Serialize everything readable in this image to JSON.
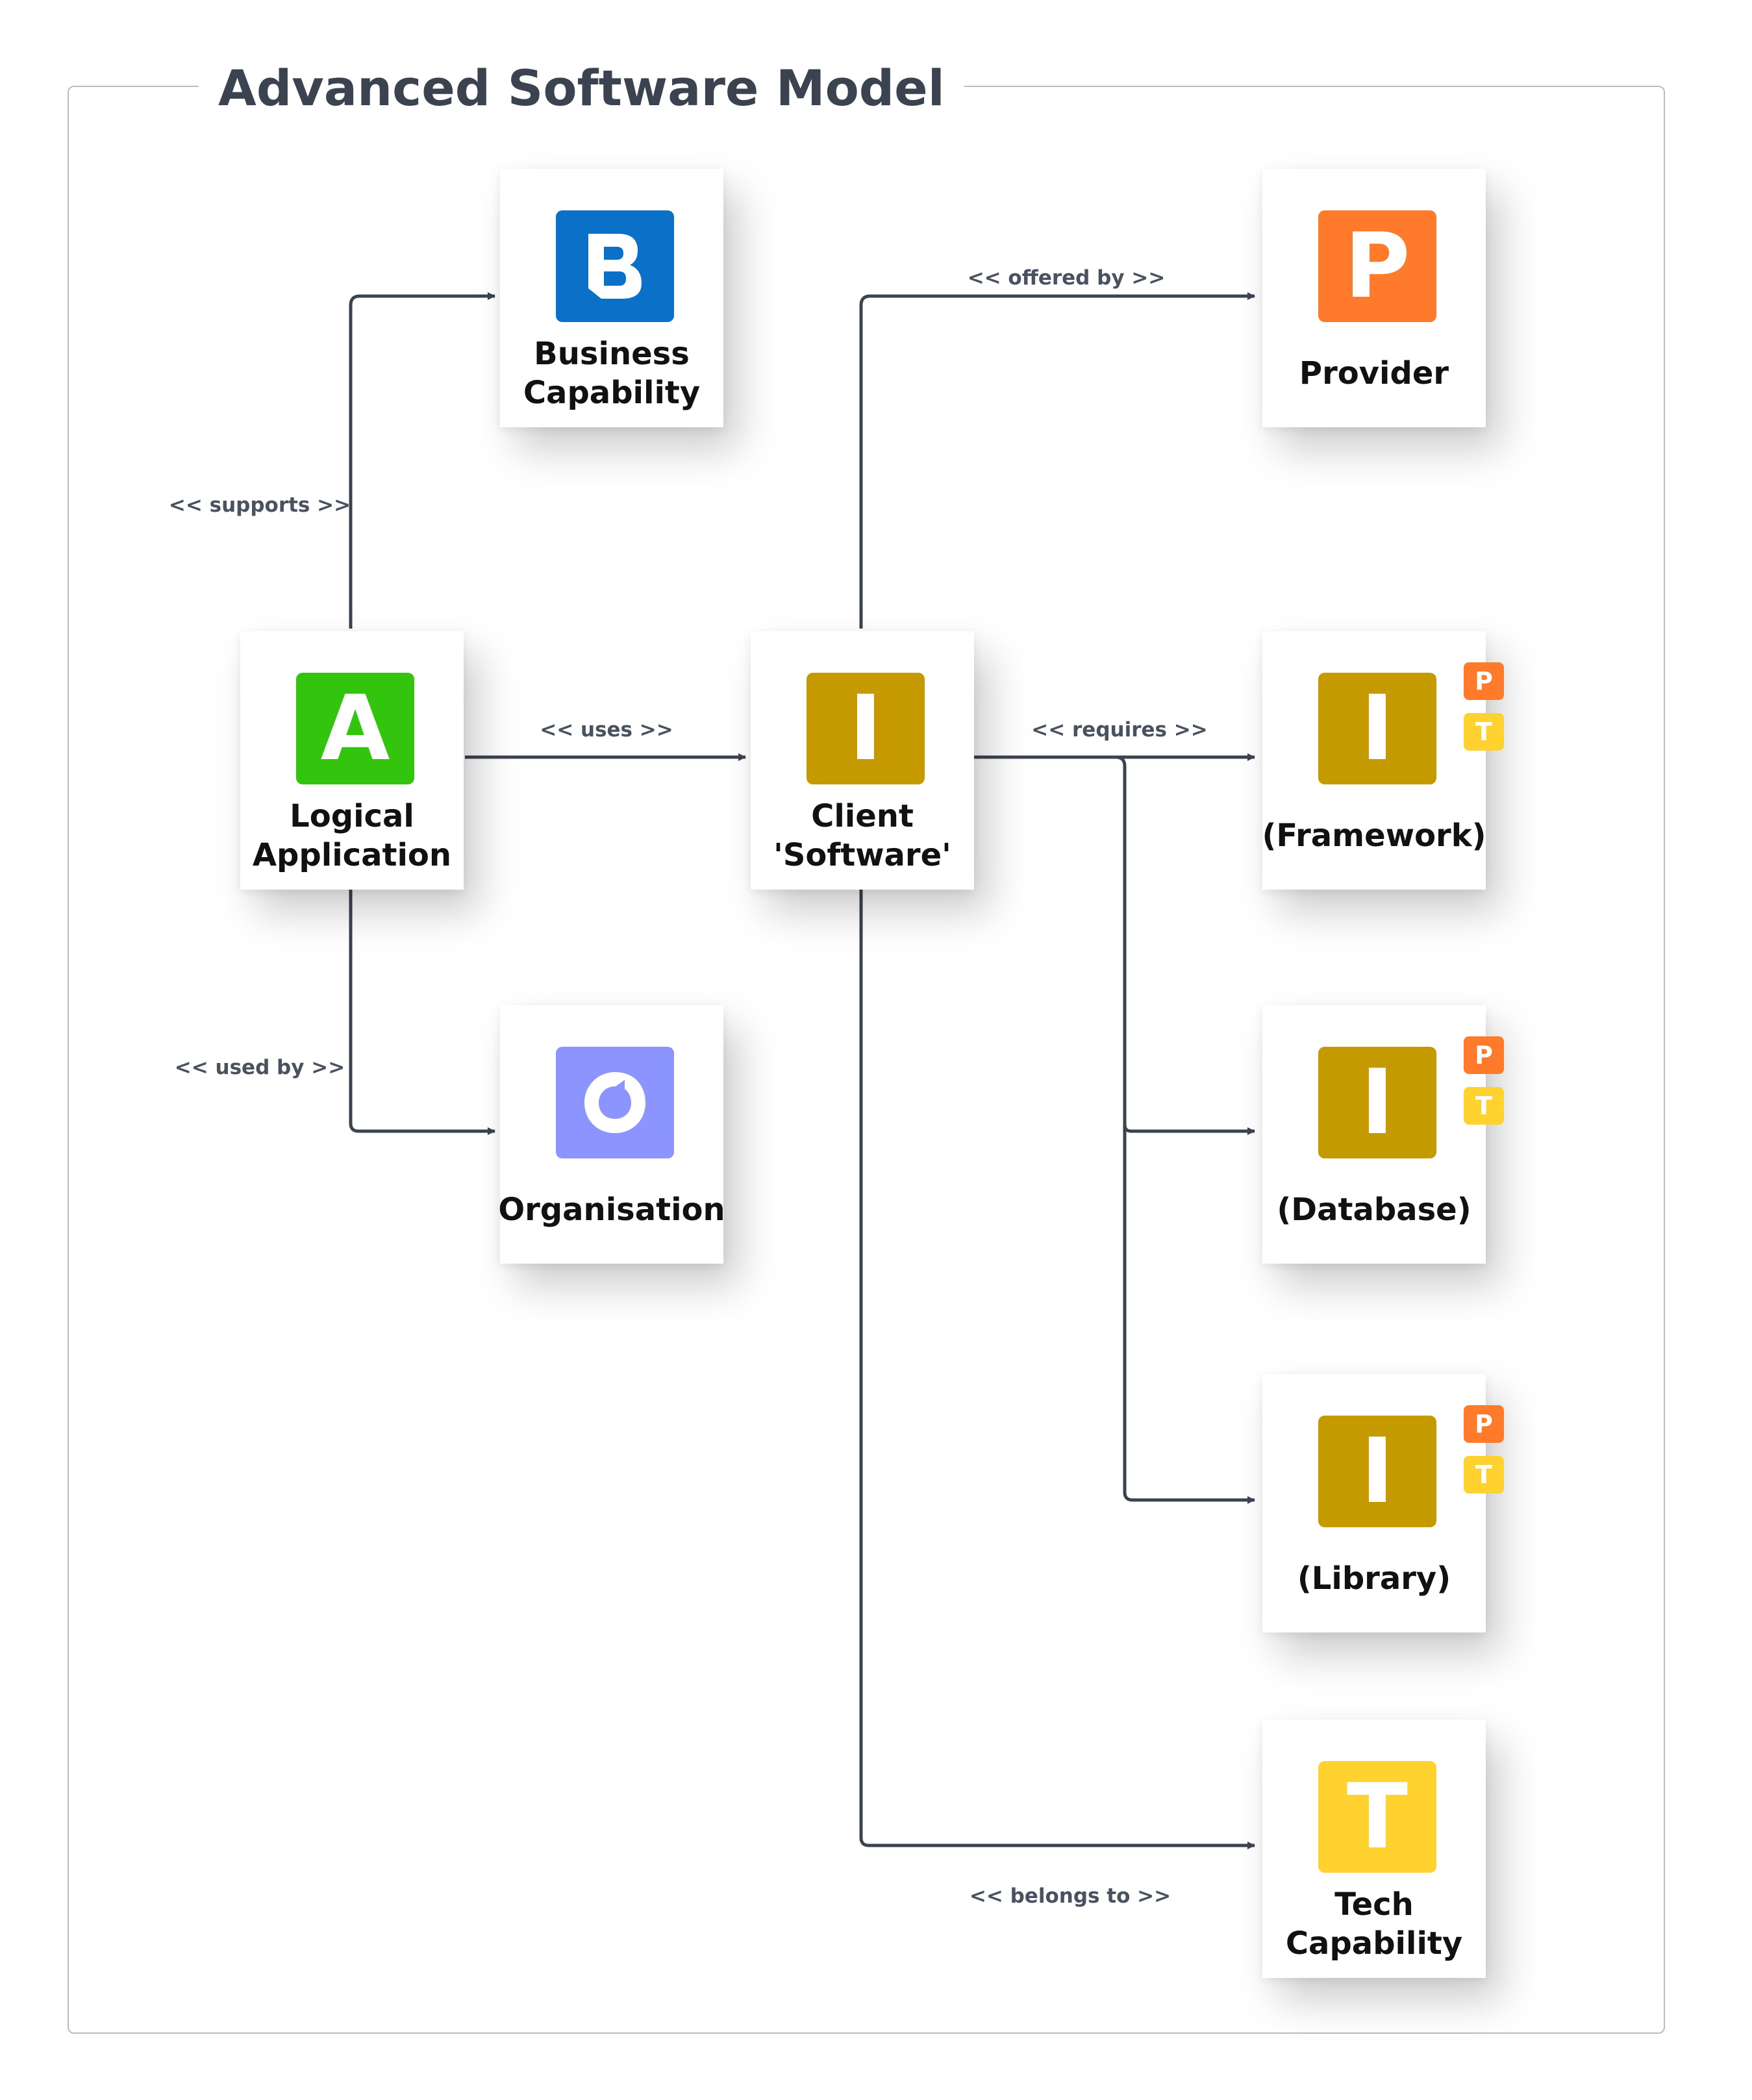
{
  "title": "Advanced Software Model",
  "colors": {
    "business": "#0b70c8",
    "provider": "#ff7a2a",
    "application": "#33c40d",
    "it_component": "#c49a00",
    "organisation": "#8c95ff",
    "tech": "#ffd22f",
    "connector": "#3b4350"
  },
  "nodes": {
    "business": {
      "letter": "B",
      "label": "Business Capability",
      "icon": "letter-b-icon"
    },
    "provider": {
      "letter": "P",
      "label": "Provider",
      "icon": "letter-p-icon"
    },
    "application": {
      "letter": "A",
      "label": "Logical Application",
      "icon": "letter-a-icon"
    },
    "client": {
      "letter": "I",
      "label": "Client 'Software'",
      "icon": "letter-i-icon"
    },
    "framework": {
      "letter": "I",
      "label": "(Framework)",
      "badges": [
        "P",
        "T"
      ],
      "icon": "letter-i-icon"
    },
    "organisation": {
      "label": "Organisation",
      "icon": "ring-icon"
    },
    "database": {
      "letter": "I",
      "label": "(Database)",
      "badges": [
        "P",
        "T"
      ],
      "icon": "letter-i-icon"
    },
    "library": {
      "letter": "I",
      "label": "(Library)",
      "badges": [
        "P",
        "T"
      ],
      "icon": "letter-i-icon"
    },
    "tech": {
      "letter": "T",
      "label": "Tech Capability",
      "icon": "letter-t-icon"
    }
  },
  "edges": {
    "supports": "<< supports >>",
    "offered_by": "<< offered by >>",
    "uses": "<< uses >>",
    "requires": "<< requires >>",
    "used_by": "<< used by >>",
    "belongs_to": "<< belongs to >>"
  }
}
